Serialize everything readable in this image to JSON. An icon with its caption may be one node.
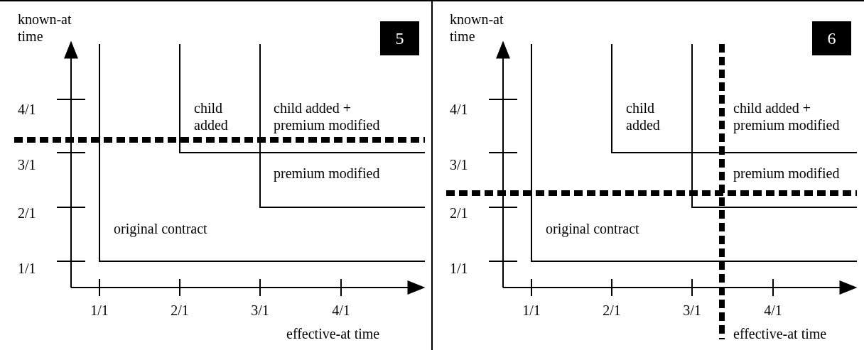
{
  "diagram": {
    "nodes": [
      {
        "text": [
          "5"
        ]
      },
      {
        "text": [
          "6"
        ]
      }
    ],
    "labels": [
      "known-at time",
      "4/1",
      "child added",
      "child added + premium modified",
      "3/1",
      "premium modified",
      "2/1",
      "original contract",
      "1/1",
      "1/1",
      "2/1",
      "3/1",
      "4/1",
      "effective-at time",
      "known-at time",
      "4/1",
      "child added",
      "child added + premium modified",
      "3/1",
      "premium modified",
      "2/1",
      "original contract",
      "1/1",
      "1/1",
      "2/1",
      "3/1",
      "4/1",
      "effective-at time"
    ]
  }
}
